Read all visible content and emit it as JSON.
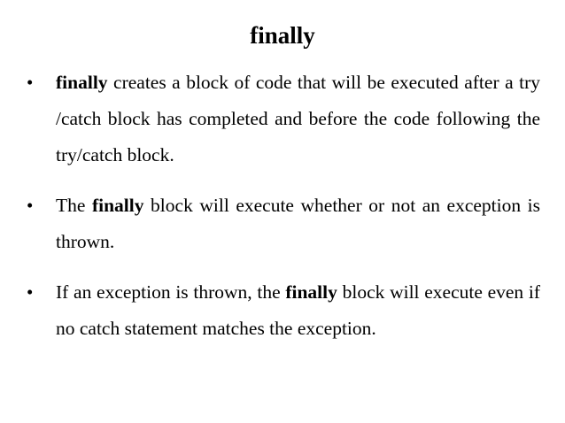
{
  "slide": {
    "title": "finally",
    "bullet_symbol": "•",
    "bullets": [
      {
        "keyword": "finally",
        "rest": " creates a block of code that will be executed after a try /catch block has completed and before the code following the try/catch block."
      },
      {
        "before": "The ",
        "keyword": "finally",
        "after": " block will execute whether or not an exception is thrown."
      },
      {
        "before": "If an exception is thrown, the ",
        "keyword": "finally",
        "after": " block will execute even if no catch statement matches the exception."
      }
    ]
  }
}
